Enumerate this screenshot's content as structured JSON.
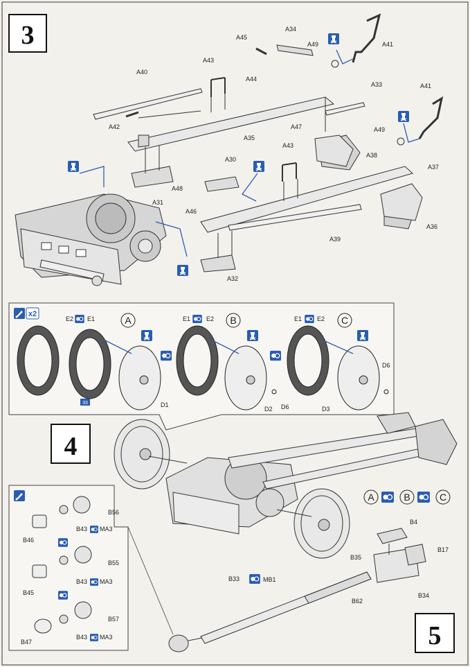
{
  "steps": {
    "s3": "3",
    "s4": "4",
    "s5": "5"
  },
  "step3": {
    "labels": {
      "A34": "A34",
      "A45": "A45",
      "A41a": "A41",
      "A49a": "A49",
      "A40": "A40",
      "A43a": "A43",
      "A44": "A44",
      "A33": "A33",
      "A41b": "A41",
      "A42": "A42",
      "A35": "A35",
      "A47": "A47",
      "A49b": "A49",
      "A38": "A38",
      "A43b": "A43",
      "A30": "A30",
      "A37": "A37",
      "A48": "A48",
      "A31": "A31",
      "A46": "A46",
      "A39": "A39",
      "A36": "A36",
      "A32": "A32"
    }
  },
  "wheels": {
    "multiplier": "x2",
    "tire_code": "33",
    "variants": [
      {
        "letter": "A",
        "e_left": "E2",
        "e_right": "E1",
        "d": "D1"
      },
      {
        "letter": "B",
        "e_left": "E1",
        "e_right": "E2",
        "d": "D2",
        "d_extra": "D6"
      },
      {
        "letter": "C",
        "e_left": "E1",
        "e_right": "E2",
        "d": "D3",
        "d_extra": "D6"
      }
    ]
  },
  "step5": {
    "option_letters": [
      "A",
      "B",
      "C"
    ],
    "parts": {
      "B56": "B56",
      "B46": "B46",
      "B43a": "B43",
      "MA3a": "MA3",
      "B55": "B55",
      "B45": "B45",
      "B43b": "B43",
      "MA3b": "MA3",
      "B57": "B57",
      "B47": "B47",
      "B43c": "B43",
      "MA3c": "MA3",
      "B4": "B4",
      "B35": "B35",
      "B17": "B17",
      "B34": "B34",
      "B33": "B33",
      "MB1": "MB1",
      "B62": "B62"
    }
  },
  "colors": {
    "ink": "#222222",
    "accent": "#2a5db0",
    "paper": "#f3f1ec"
  }
}
